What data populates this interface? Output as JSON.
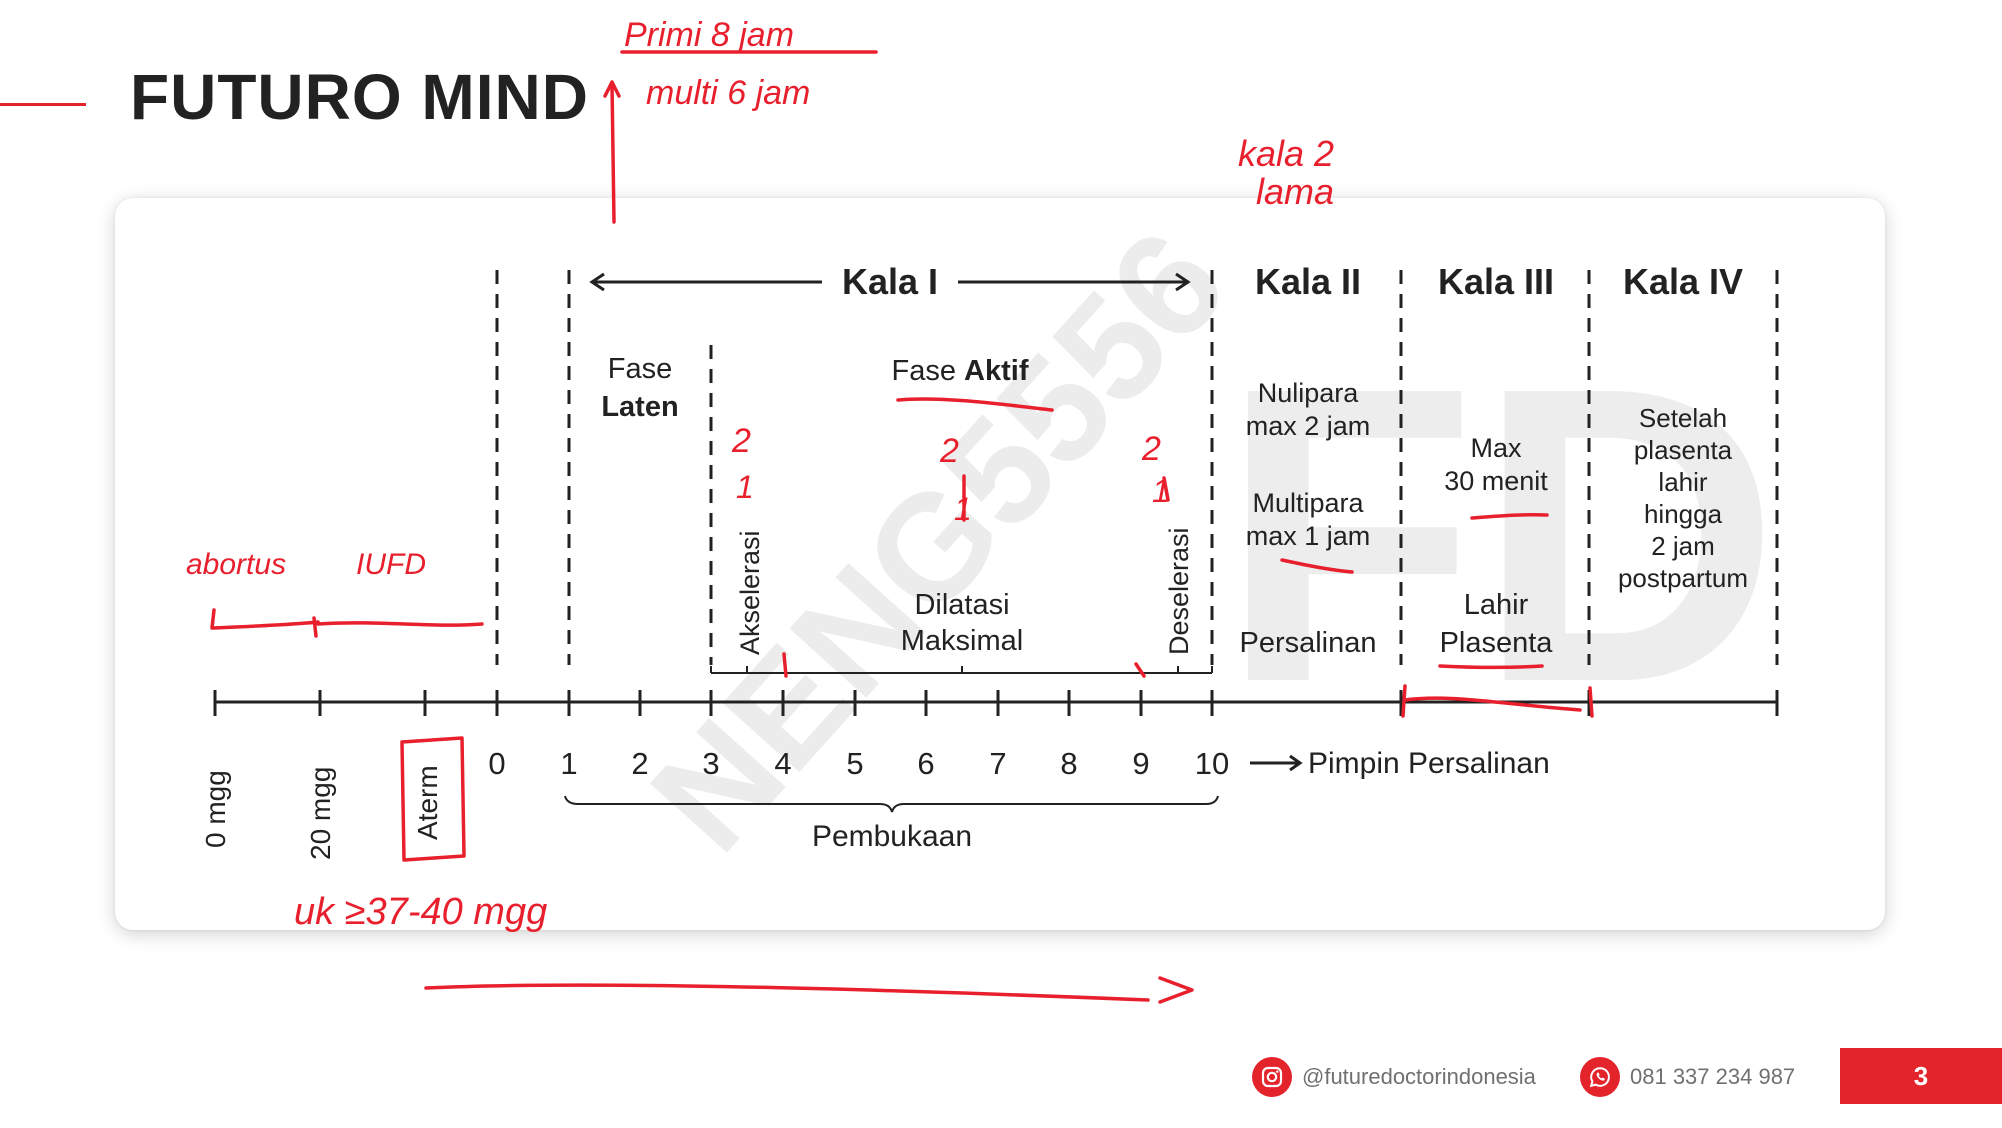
{
  "title": "FUTURO MIND",
  "watermark": {
    "letters": "FD",
    "text": "NENG5556"
  },
  "diagram": {
    "stages": {
      "kala1": "Kala I",
      "kala2": "Kala II",
      "kala3": "Kala III",
      "kala4": "Kala IV"
    },
    "fase_laten": {
      "line1": "Fase",
      "line2": "Laten"
    },
    "fase_aktif": {
      "prefix": "Fase ",
      "bold": "Aktif"
    },
    "akselerasi": "Akselerasi",
    "deselerasi": "Deselerasi",
    "dilatasi": {
      "line1": "Dilatasi",
      "line2": "Maksimal"
    },
    "kala2_text": {
      "nulipara1": "Nulipara",
      "nulipara2": "max 2 jam",
      "multipara1": "Multipara",
      "multipara2": "max 1 jam",
      "persalinan": "Persalinan"
    },
    "kala3_text": {
      "max1": "Max",
      "max2": "30 menit",
      "lahir": "Lahir",
      "plasenta": "Plasenta"
    },
    "kala4_text": [
      "Setelah",
      "plasenta",
      "lahir",
      "hingga",
      "2 jam",
      "postpartum"
    ],
    "axis_labels": {
      "gest": [
        "0 mgg",
        "20 mgg",
        "Aterm"
      ],
      "numbers": [
        "0",
        "1",
        "2",
        "3",
        "4",
        "5",
        "6",
        "7",
        "8",
        "9",
        "10"
      ],
      "pimpin": "Pimpin Persalinan",
      "pembukaan": "Pembukaan"
    }
  },
  "handwriting": {
    "primi": "Primi 8 jam",
    "multi": "multi 6 jam",
    "kala2_lama1": "kala 2",
    "kala2_lama2": "lama",
    "abortus": "abortus",
    "iufd": "IUFD",
    "uk": "uk ≥37-40 mgg",
    "marks_two": [
      "2",
      "2",
      "2"
    ],
    "marks_one": [
      "1",
      "1",
      "1"
    ]
  },
  "footer": {
    "instagram": "@futuredoctorindonesia",
    "whatsapp": "081 337 234 987",
    "page": "3"
  },
  "colors": {
    "accent": "#e3242b",
    "ink": "#222222",
    "handwriting": "#e8202e"
  }
}
